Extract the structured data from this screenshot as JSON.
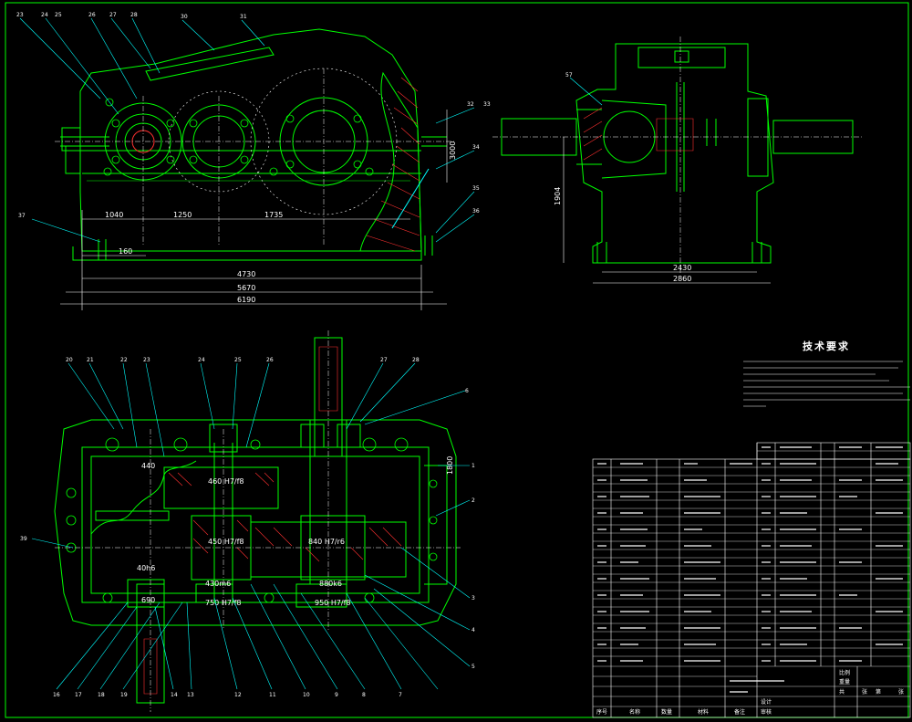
{
  "drawing": {
    "colors": {
      "background": "#000000",
      "outline": "#00ff00",
      "leader": "#00ffff",
      "dimension": "#ffffff",
      "cutting_plane": "#ff3030",
      "hatch": "#ff3030"
    },
    "front_view": {
      "dims_bottom": [
        "1040",
        "1250",
        "1735"
      ],
      "dim_small": "160",
      "dims_overall": [
        "4730",
        "5670",
        "6190"
      ],
      "dim_right_vertical": "3000",
      "balloons": [
        "23",
        "24",
        "25",
        "26",
        "27",
        "28",
        "30",
        "31",
        "32",
        "33",
        "34",
        "35",
        "36",
        "37"
      ]
    },
    "side_view": {
      "dim_height": "1904",
      "dims_bottom": [
        "2430",
        "2860"
      ],
      "balloons": [
        "57"
      ]
    },
    "plan_view": {
      "fits": [
        "460 H7/f8",
        "450 H7/f8",
        "840 H7/r6",
        "440",
        "40h6",
        "750 H7/f8",
        "430m6",
        "880k6",
        "950 H7/f8",
        "690"
      ],
      "dim_right": "1800",
      "balloons_top": [
        "20",
        "21",
        "22",
        "23",
        "24",
        "25",
        "26",
        "27",
        "28"
      ],
      "balloons_right": [
        "1",
        "2",
        "3",
        "4",
        "5",
        "6"
      ],
      "balloons_bottom": [
        "16",
        "17",
        "18",
        "19",
        "14",
        "13",
        "12",
        "11",
        "10",
        "9",
        "8",
        "7"
      ]
    },
    "technical_requirements": {
      "title": "技术要求"
    },
    "parts_table": {
      "title_block_labels": [
        "比例",
        "重量",
        "共",
        "张",
        "第",
        "张",
        "设计",
        "审核",
        "序号",
        "名称",
        "数量",
        "材料",
        "备注"
      ]
    }
  }
}
